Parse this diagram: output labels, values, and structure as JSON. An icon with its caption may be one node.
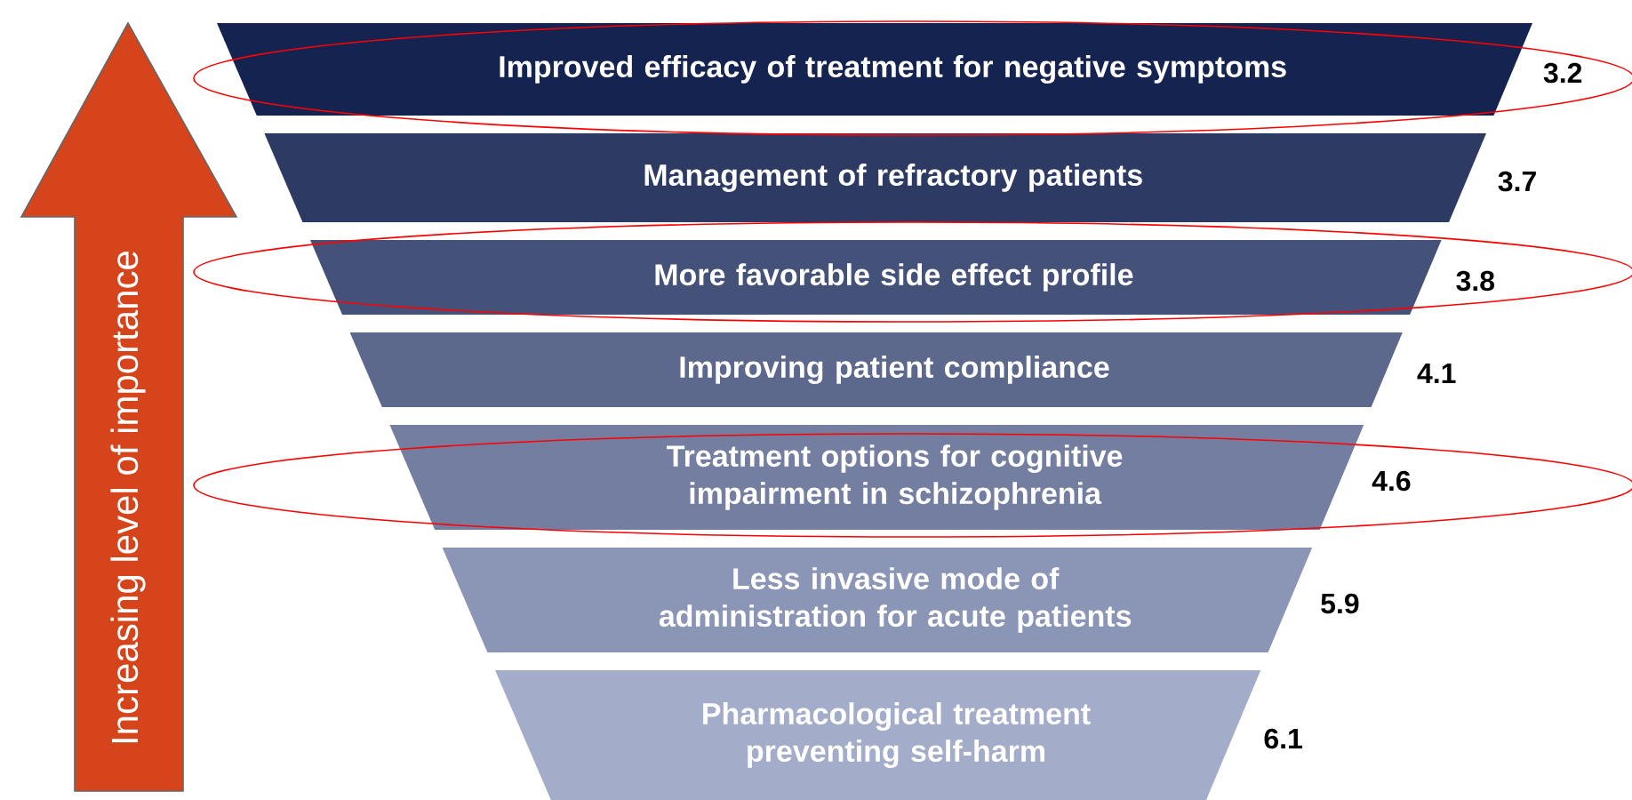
{
  "diagram": {
    "nodes": [
      {
        "text": [
          "Increasing level of importance"
        ]
      },
      {
        "text": [
          "Improved efficacy of treatment for negative symptoms"
        ],
        "beside": [
          "3.2"
        ]
      },
      {
        "text": [
          "Management of refractory patients"
        ],
        "beside": [
          "3.7"
        ]
      },
      {
        "text": [
          "More favorable side effect profile"
        ],
        "beside": [
          "3.8"
        ]
      },
      {
        "text": [
          "Improving patient compliance"
        ],
        "beside": [
          "4.1"
        ]
      },
      {
        "text": [
          "Treatment options for cognitive impairment in schizophrenia"
        ],
        "beside": [
          "4.6"
        ]
      },
      {
        "text": [
          "Less invasive mode of administration for acute patients"
        ],
        "beside": [
          "5.9"
        ]
      },
      {
        "text": [
          "Pharmacological treatment preventing self-harm"
        ],
        "beside": [
          "6.1"
        ]
      }
    ]
  }
}
